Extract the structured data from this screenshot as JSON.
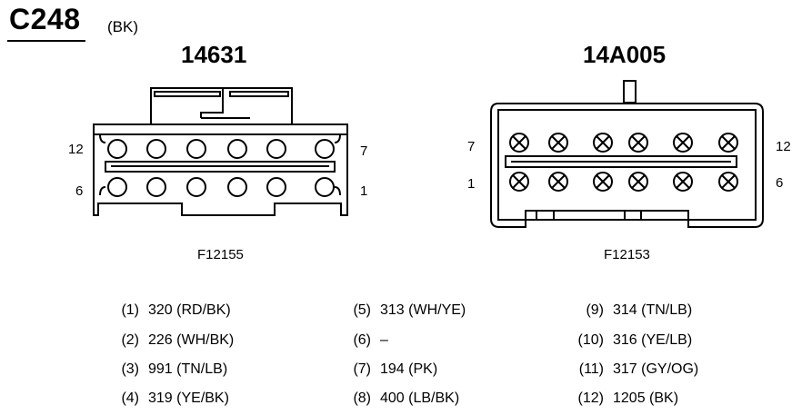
{
  "connector": {
    "id": "C248",
    "color": "(BK)"
  },
  "left_view": {
    "part_number": "14631",
    "pin_labels": {
      "top_left": "12",
      "bottom_left": "6",
      "top_right": "7",
      "bottom_right": "1"
    },
    "figure_id": "F12155"
  },
  "right_view": {
    "part_number": "14A005",
    "pin_labels": {
      "top_left": "7",
      "bottom_left": "1",
      "top_right": "12",
      "bottom_right": "6"
    },
    "figure_id": "F12153"
  },
  "pinout": [
    {
      "pin": "(1)",
      "circuit": "320 (RD/BK)"
    },
    {
      "pin": "(2)",
      "circuit": "226 (WH/BK)"
    },
    {
      "pin": "(3)",
      "circuit": "991 (TN/LB)"
    },
    {
      "pin": "(4)",
      "circuit": "319 (YE/BK)"
    },
    {
      "pin": "(5)",
      "circuit": "313 (WH/YE)"
    },
    {
      "pin": "(6)",
      "circuit": "–"
    },
    {
      "pin": "(7)",
      "circuit": "194 (PK)"
    },
    {
      "pin": "(8)",
      "circuit": "400 (LB/BK)"
    },
    {
      "pin": "(9)",
      "circuit": "314 (TN/LB)"
    },
    {
      "pin": "(10)",
      "circuit": "316 (YE/LB)"
    },
    {
      "pin": "(11)",
      "circuit": "317 (GY/OG)"
    },
    {
      "pin": "(12)",
      "circuit": "1205 (BK)"
    }
  ]
}
